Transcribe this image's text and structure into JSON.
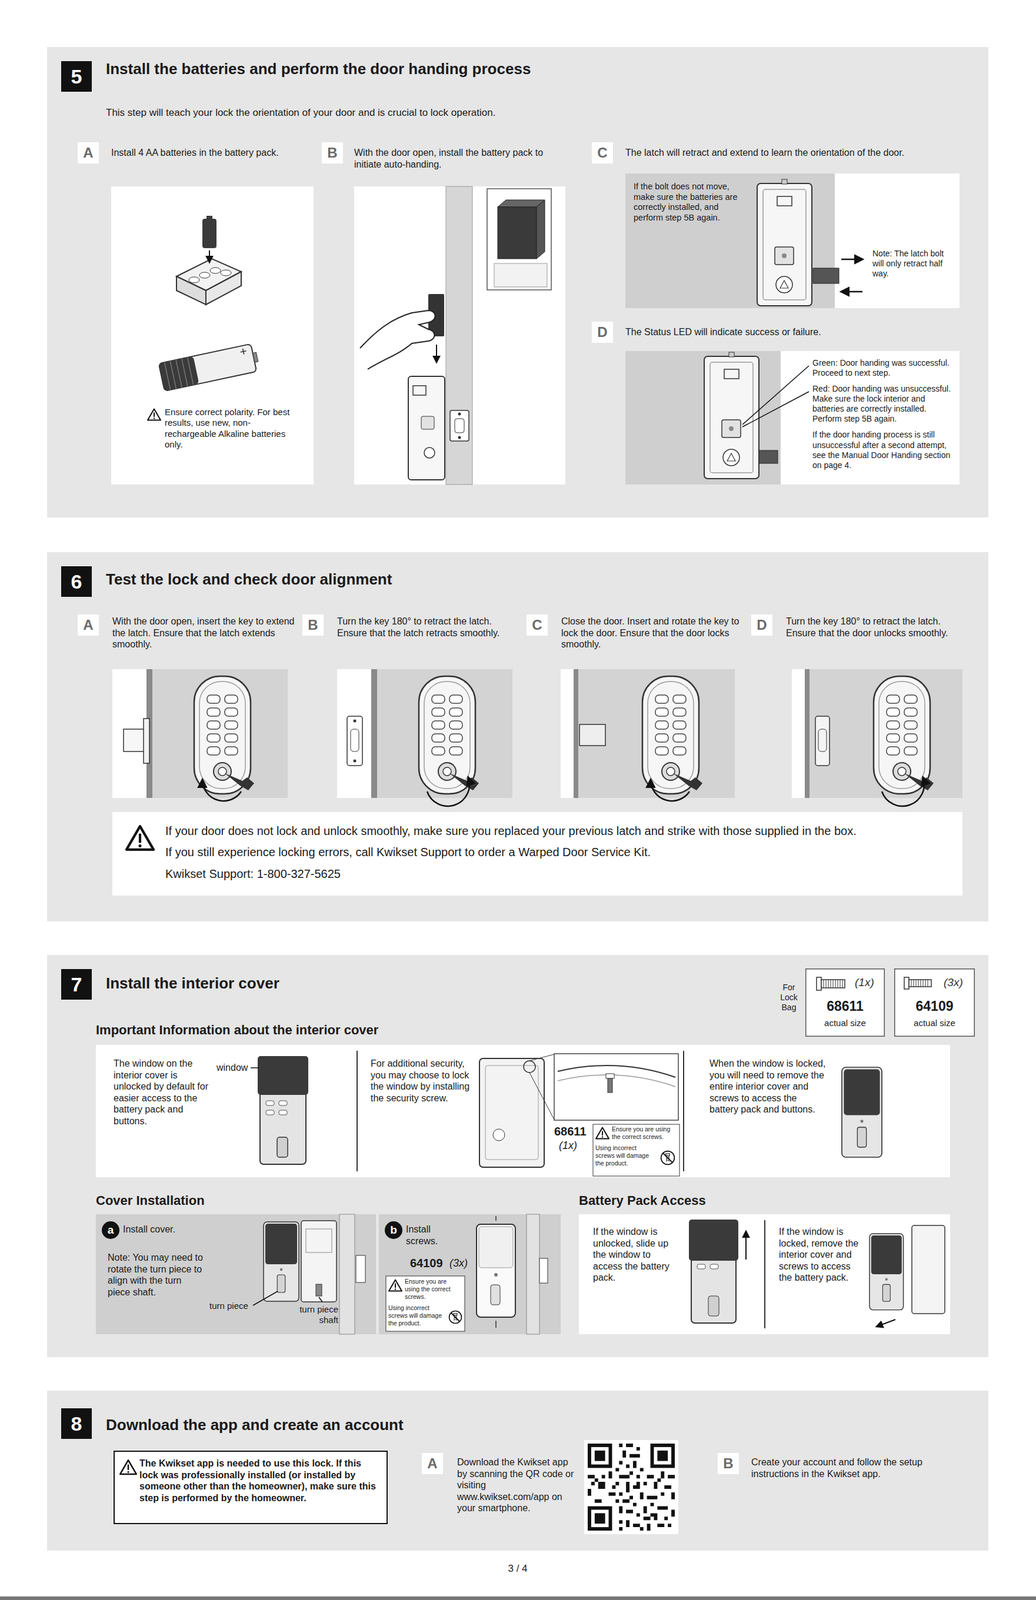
{
  "diagram": {
    "nodes": [
      {
        "text": [
          "Install the batteries and perform the door handing process",
          "This step will teach your lock the orientation of your door and is crucial to lock operation."
        ]
      },
      {
        "text": [
          "5"
        ],
        "in": 0
      },
      {
        "text": [
          "A",
          "Install 4 AA batteries in the battery pack."
        ],
        "in": 0
      },
      {
        "text": [
          "Ensure correct polarity. For best results, use new, non-rechargeable Alkaline batteries only."
        ],
        "in": 0
      },
      {
        "text": [
          "B",
          "With the door open, install the battery pack to initiate auto-handing."
        ],
        "in": 0
      },
      {
        "text": [
          "C",
          "The latch will retract and extend to learn the orientation of the door."
        ],
        "in": 0
      },
      {
        "text": [
          "If the bolt does not move, make sure the batteries are correctly installed, and perform step 5B again.",
          "Note: The latch bolt will only retract half way."
        ],
        "in": 0
      },
      {
        "text": [
          "D",
          "The Status LED will indicate success or failure."
        ],
        "in": 0
      },
      {
        "text": [
          "Green: Door handing was successful. Proceed to next step.",
          "Red: Door handing was unsuccessful. Make sure the lock interior and batteries are correctly installed. Perform step 5B again.",
          "If the door handing process is still unsuccessful after a second attempt, see the Manual Door Handing section on page 4."
        ],
        "in": 0
      },
      {
        "text": [
          "Test the lock and check door alignment"
        ]
      },
      {
        "text": [
          "6"
        ],
        "in": 9
      },
      {
        "text": [
          "A",
          "With the door open, insert the key to extend the latch. Ensure that the latch extends smoothly."
        ],
        "in": 9
      },
      {
        "text": [
          "B",
          "Turn the key 180° to retract the latch. Ensure that the latch retracts smoothly."
        ],
        "in": 9
      },
      {
        "text": [
          "C",
          "Close the door. Insert and rotate the key to lock the door. Ensure that the door locks smoothly."
        ],
        "in": 9
      },
      {
        "text": [
          "D",
          "Turn the key 180° to retract the latch. Ensure that the door unlocks smoothly."
        ],
        "in": 9
      },
      {
        "text": [
          "If your door does not lock and unlock smoothly, make sure you replaced your previous latch and strike with those supplied in the box.",
          "If you still experience locking errors, call Kwikset Support to order a Warped Door Service Kit.",
          "Kwikset Support: 1-800-327-5625"
        ],
        "in": 9
      },
      {
        "text": [
          "Install the interior cover",
          "Important Information about the interior cover",
          "Cover Installation",
          "Battery Pack Access"
        ]
      },
      {
        "text": [
          "7"
        ],
        "in": 16
      },
      {
        "text": [
          "(1x)",
          "68611",
          "actual size"
        ],
        "in": 16
      },
      {
        "text": [
          "(3x)",
          "64109",
          "actual size"
        ],
        "in": 16
      },
      {
        "text": [
          "The window on the interior cover is unlocked by default for easier access to the battery pack and buttons."
        ],
        "in": 16
      },
      {
        "text": [
          "For additional security, you may choose to lock the window by installing the security screw."
        ],
        "in": 16
      },
      {
        "text": [
          "When the window is locked, you will need to remove the entire interior cover and screws to access the battery pack and buttons."
        ],
        "in": 16
      },
      {
        "text": [
          "a",
          "Install cover.",
          "Note: You may need to rotate the turn piece to align with the turn piece shaft."
        ],
        "in": 16
      },
      {
        "text": [
          "b",
          "Install screws."
        ],
        "in": 16
      },
      {
        "text": [
          "If the window is unlocked, slide up the window to access the battery pack."
        ],
        "in": 16
      },
      {
        "text": [
          "If the window is locked, remove the interior cover and screws to access the battery pack."
        ],
        "in": 16
      },
      {
        "text": [
          "Download the app and create an account"
        ]
      },
      {
        "text": [
          "8"
        ],
        "in": 27
      },
      {
        "text": [
          "The Kwikset app is needed to use this lock. If this lock was professionally installed (or installed by someone other than the homeowner), make sure this step is performed by the homeowner."
        ],
        "in": 27
      },
      {
        "text": [
          "A",
          "Download the Kwikset app by scanning the QR code or visiting www.kwikset.com/app on your smartphone."
        ],
        "in": 27
      },
      {
        "text": [
          "B",
          "Create your account and follow the setup instructions in the Kwikset app."
        ],
        "in": 27
      }
    ],
    "labels": [
      "For Lock Bag",
      "window",
      "68611",
      "(1x)",
      "Ensure you are using the correct screws.",
      "Using incorrect screws will damage the product.",
      "turn piece",
      "turn piece shaft",
      "64109",
      "(3x)",
      "Ensure you are using the correct screws.",
      "Using incorrect screws will damage the product.",
      "3 / 4"
    ]
  }
}
